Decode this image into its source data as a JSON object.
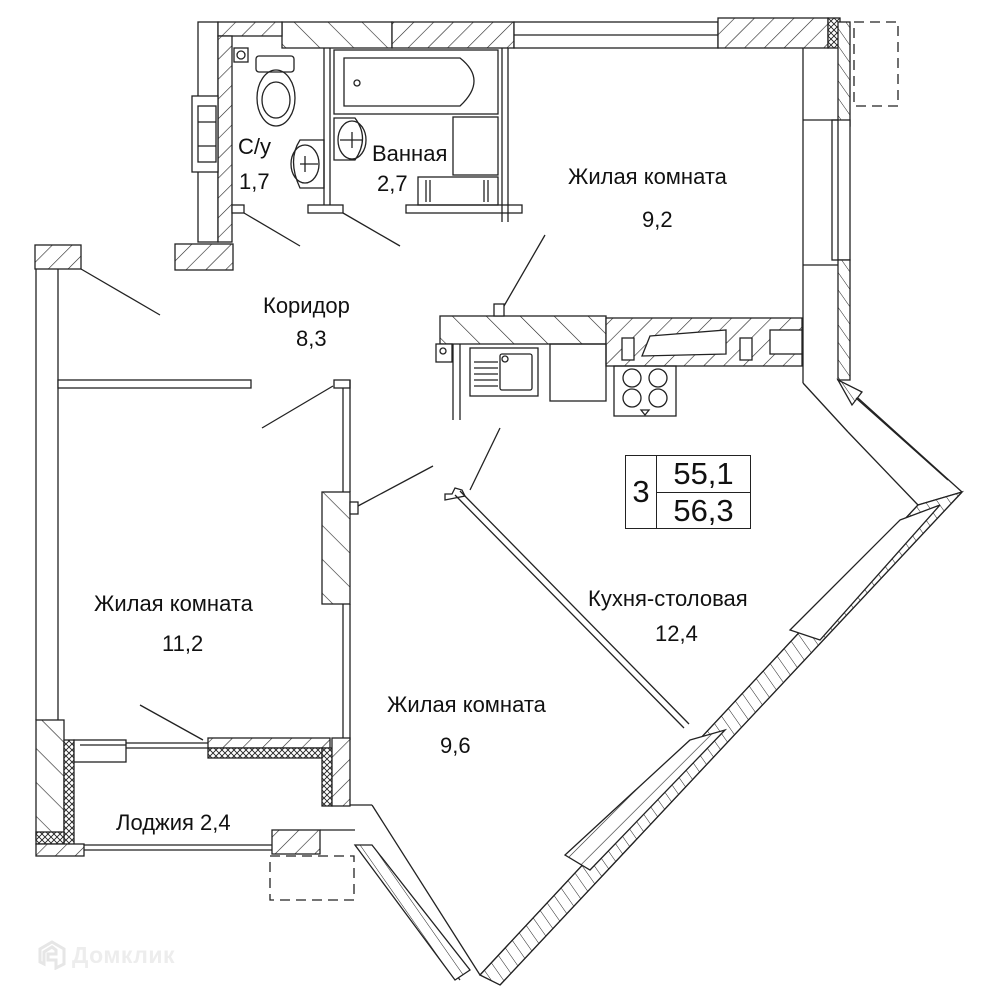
{
  "plan": {
    "rooms": [
      {
        "id": "wc",
        "label": "С/у",
        "area": "1,7"
      },
      {
        "id": "bathroom",
        "label": "Ванная",
        "area": "2,7"
      },
      {
        "id": "living_room_1",
        "label": "Жилая комната",
        "area": "9,2"
      },
      {
        "id": "corridor",
        "label": "Коридор",
        "area": "8,3"
      },
      {
        "id": "living_room_2",
        "label": "Жилая комната",
        "area": "11,2"
      },
      {
        "id": "living_room_3",
        "label": "Жилая комната",
        "area": "9,6"
      },
      {
        "id": "kitchen_dining",
        "label": "Кухня-столовая",
        "area": "12,4"
      },
      {
        "id": "loggia",
        "label": "Лоджия 2,4",
        "area": ""
      }
    ],
    "summary": {
      "room_count": "3",
      "living_area": "55,1",
      "total_area": "56,3"
    }
  },
  "watermark": {
    "text": "Домклик",
    "icon": "house-logo-icon"
  },
  "colors": {
    "line": "#222222",
    "background": "#ffffff",
    "watermark": "#ebebeb"
  }
}
